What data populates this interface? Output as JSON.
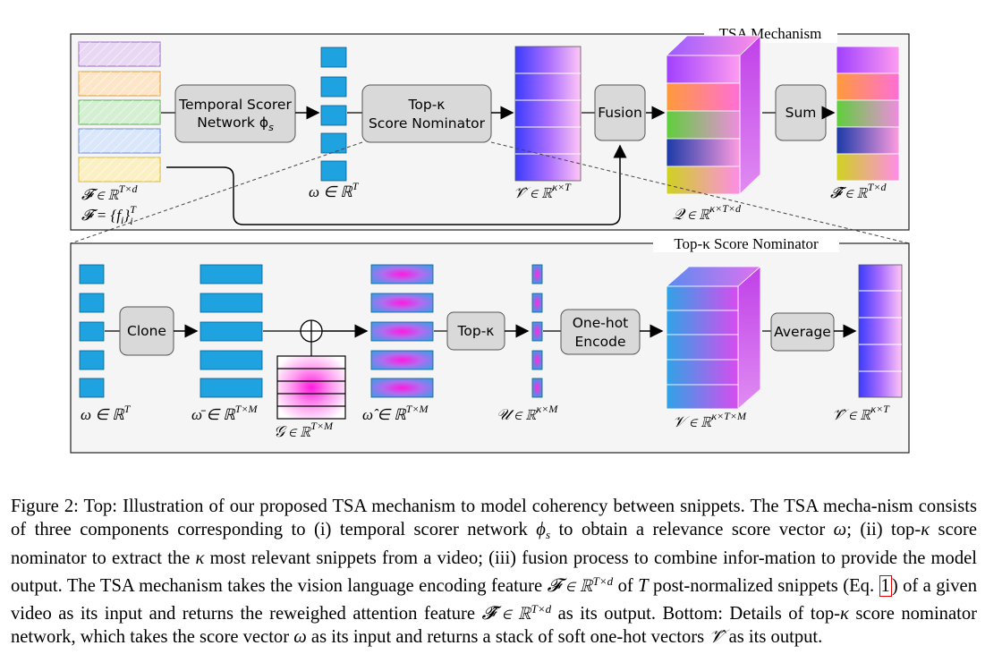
{
  "figure": {
    "top_panel_title": "TSA Mechanism",
    "bottom_panel_title": "Top-κ Score Nominator",
    "blocks": {
      "temporal_scorer": [
        "Temporal Scorer",
        "Network ϕ"
      ],
      "temporal_scorer_sub": "s",
      "score_nominator_top": [
        "Top-κ",
        "Score Nominator"
      ],
      "fusion": "Fusion",
      "sum": "Sum",
      "clone": "Clone",
      "topk": "Top-κ",
      "onehot": [
        "One-hot",
        "Encode"
      ],
      "average": "Average"
    },
    "labels": {
      "F_in": "𝓕 ∈ ℝ",
      "F_in_sup": "T×d",
      "F_set": "𝓕 = {f",
      "F_set_sub": "i",
      "F_set_close": "}",
      "F_set_sup": "T",
      "F_set_sub2": "i",
      "omega": "ω ∈ ℝ",
      "omega_sup": "T",
      "V_hat": "𝒱̂ ∈ ℝ",
      "V_hat_sup": "κ×T",
      "Q": "𝒬 ∈ ℝ",
      "Q_sup": "κ×T×d",
      "F_hat": "𝓕̂ ∈ ℝ",
      "F_hat_sup": "T×d",
      "omega_b": "ω ∈ ℝ",
      "omega_b_sup": "T",
      "omega_bar": "ω̄ ∈ ℝ",
      "omega_bar_sup": "T×M",
      "G": "𝒢 ∈ ℝ",
      "G_sup": "T×M",
      "omega_hat": "ω̂ ∈ ℝ",
      "omega_hat_sup": "T×M",
      "U": "𝒰 ∈ ℝ",
      "U_sup": "κ×M",
      "V": "𝒱 ∈ ℝ",
      "V_sup": "κ×T×M",
      "V_hat_b": "𝒱̂ ∈ ℝ",
      "V_hat_b_sup": "κ×T"
    },
    "colors": {
      "feature_rows": [
        "#c9a6e6",
        "#f5c27a",
        "#9fd89a",
        "#a9c3ef",
        "#f4df86"
      ],
      "score_blue": "#1fa2e0",
      "block_fill": "#d9d9d9"
    }
  },
  "caption": {
    "s1": "Figure 2: Top: Illustration of our proposed TSA mechanism to model coherency between snippets. The TSA mecha-nism consists of three components corresponding to (i) temporal scorer network ",
    "phi": "ϕ",
    "phi_sub": "s",
    "s2": " to obtain a relevance score vector ",
    "omega1": "ω",
    "s3": "; (ii) top-",
    "kappa1": "κ",
    "s4": " score nominator to extract the ",
    "kappa2": "κ",
    "s5": " most relevant snippets from a video; (iii) fusion process to combine infor-mation to provide the model output. The TSA mechanism takes the vision language encoding feature ",
    "F1": "𝓕 ∈ ℝ",
    "F1_sup": "T×d",
    "s6": " of ",
    "T": "T",
    "s7": " post-normalized snippets (Eq. ",
    "eqref": "1",
    "s8": ") of a given video as its input and returns the reweighed attention feature ",
    "F2": "𝓕̂ ∈ ℝ",
    "F2_sup": "T×d",
    "s9": " as its output. Bottom: Details of top-",
    "kappa3": "κ",
    "s10": " score nominator network, which takes the score vector ",
    "omega2": "ω",
    "s11": " as its input and returns a stack of soft one-hot vectors ",
    "V": "𝒱̂",
    "s12": " as its output."
  }
}
